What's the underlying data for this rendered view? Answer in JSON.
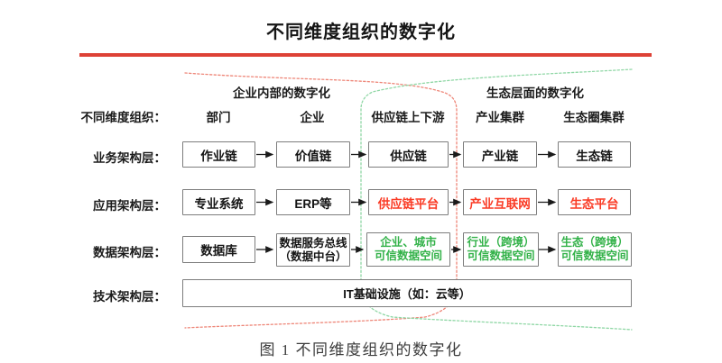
{
  "title": "不同维度组织的数字化",
  "caption": "图 1 不同维度组织的数字化",
  "sections": {
    "internal": "企业内部的数字化",
    "ecosystem": "生态层面的数字化"
  },
  "header": {
    "label": "不同维度组织：",
    "columns": [
      "部门",
      "企业",
      "供应链上下游",
      "产业集群",
      "生态圈集群"
    ]
  },
  "rows": {
    "business": {
      "label": "业务架构层：",
      "cells": [
        "作业链",
        "价值链",
        "供应链",
        "产业链",
        "生态链"
      ]
    },
    "application": {
      "label": "应用架构层：",
      "cells": [
        "专业系统",
        "ERP等",
        "供应链平台",
        "产业互联网",
        "生态平台"
      ]
    },
    "data": {
      "label": "数据架构层：",
      "cells": [
        {
          "line1": "数据库"
        },
        {
          "line1": "数据服务总线",
          "line2": "（数据中台）"
        },
        {
          "line1": "企业、城市",
          "line2": "可信数据空间"
        },
        {
          "line1": "行业（跨境）",
          "line2": "可信数据空间"
        },
        {
          "line1": "生态（跨境）",
          "line2": "可信数据空间"
        }
      ]
    },
    "technology": {
      "label": "技术架构层：",
      "cell": "IT基础设施（如：云等）"
    }
  },
  "colors": {
    "title_underline": "#dd4136",
    "highlight_red": "#fa3b25",
    "highlight_green": "#33b249",
    "scope_red": "#ee8678",
    "scope_green": "#8fd7a5",
    "box_border": "#7d7d7d",
    "arrow": "#1a1a1a"
  }
}
